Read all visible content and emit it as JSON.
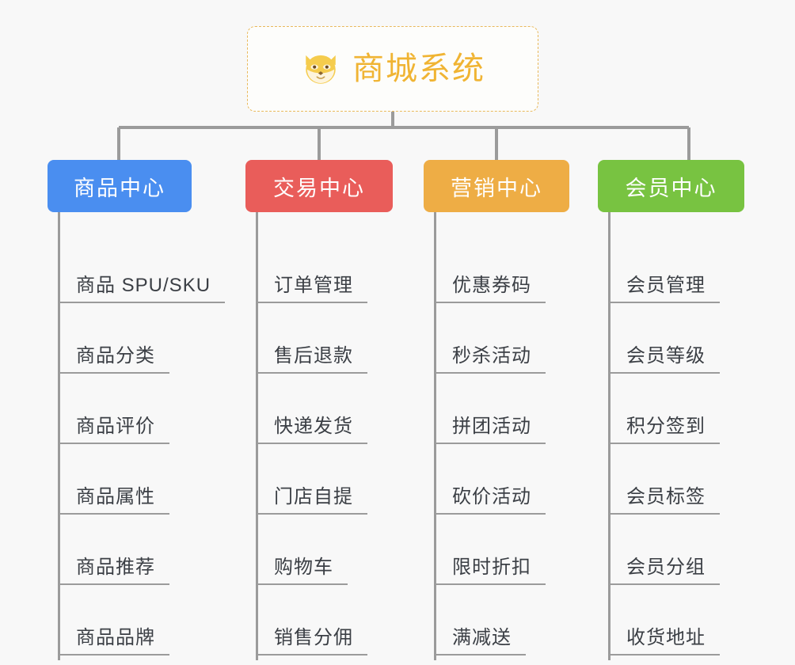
{
  "diagram": {
    "type": "mindmap",
    "background_color": "#f8f8f8",
    "root": {
      "title": "商城系统",
      "icon": "shiba-dog-emoji",
      "text_color": "#f0b433",
      "border_color": "#e9b95c",
      "border_style": "dashed"
    },
    "connector_color": "#9b9b9b",
    "categories": [
      {
        "label": "商品中心",
        "color": "#4a8ef0",
        "items": [
          "商品 SPU/SKU",
          "商品分类",
          "商品评价",
          "商品属性",
          "商品推荐",
          "商品品牌"
        ]
      },
      {
        "label": "交易中心",
        "color": "#e95d5a",
        "items": [
          "订单管理",
          "售后退款",
          "快递发货",
          "门店自提",
          "购物车",
          "销售分佣"
        ]
      },
      {
        "label": "营销中心",
        "color": "#eead45",
        "items": [
          "优惠券码",
          "秒杀活动",
          "拼团活动",
          "砍价活动",
          "限时折扣",
          "满减送"
        ]
      },
      {
        "label": "会员中心",
        "color": "#78c341",
        "items": [
          "会员管理",
          "会员等级",
          "积分签到",
          "会员标签",
          "会员分组",
          "收货地址"
        ]
      }
    ]
  }
}
